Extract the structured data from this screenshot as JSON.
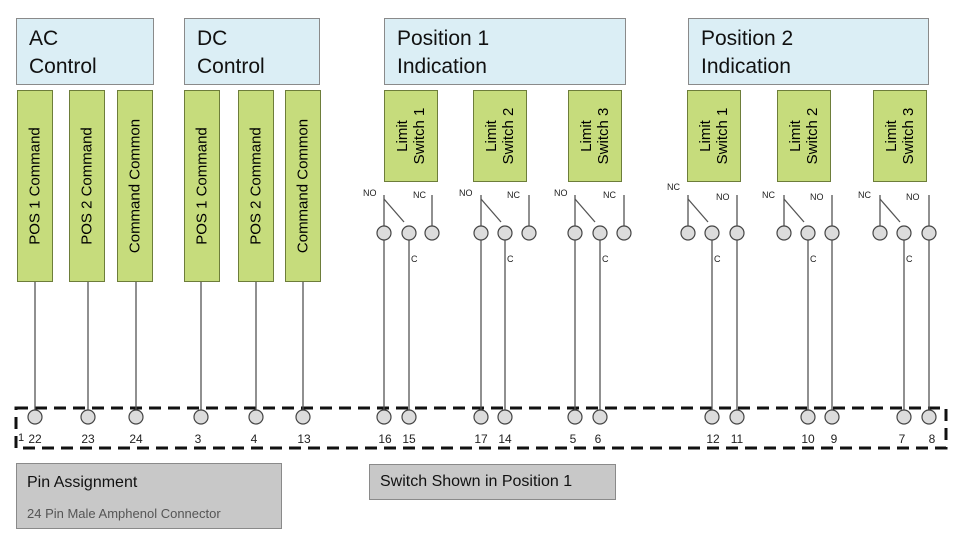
{
  "headers": {
    "ac": {
      "line1": "AC",
      "line2": "Control"
    },
    "dc": {
      "line1": "DC",
      "line2": "Control"
    },
    "pos1": {
      "line1": "Position  1",
      "line2": "Indication"
    },
    "pos2": {
      "line1": "Position 2",
      "line2": "Indication"
    }
  },
  "commands": {
    "ac": [
      {
        "label": "POS 1 Command",
        "pin": "22"
      },
      {
        "label": "POS 2 Command",
        "pin": "23"
      },
      {
        "label": "Command Common",
        "pin": "24"
      }
    ],
    "dc": [
      {
        "label": "POS 1 Command",
        "pin": "3"
      },
      {
        "label": "POS 2 Command",
        "pin": "4"
      },
      {
        "label": "Command Common",
        "pin": "13"
      }
    ]
  },
  "limit_switch_label": {
    "line1": "Limit",
    "line2": "Switch"
  },
  "position1_switches": [
    {
      "num": "1",
      "left_label": "NO",
      "right_label": "NC",
      "common_label": "C",
      "pins": [
        "16",
        "15"
      ]
    },
    {
      "num": "2",
      "left_label": "NO",
      "right_label": "NC",
      "common_label": "C",
      "pins": [
        "17",
        "14"
      ]
    },
    {
      "num": "3",
      "left_label": "NO",
      "right_label": "NC",
      "common_label": "C",
      "pins": [
        "5",
        "6"
      ]
    }
  ],
  "position2_switches": [
    {
      "num": "1",
      "left_label": "NC",
      "right_label": "NO",
      "common_label": "C",
      "pins": [
        "12",
        "11"
      ]
    },
    {
      "num": "2",
      "left_label": "NC",
      "right_label": "NO",
      "common_label": "C",
      "pins": [
        "10",
        "9"
      ]
    },
    {
      "num": "3",
      "left_label": "NC",
      "right_label": "NO",
      "common_label": "C",
      "pins": [
        "7",
        "8"
      ]
    }
  ],
  "connector_end_label": "1",
  "pin_assignment": {
    "title": "Pin Assignment",
    "subtitle": "24 Pin Male Amphenol Connector"
  },
  "switch_note": "Switch Shown in Position 1",
  "colors": {
    "header_fill": "#dbeef5",
    "block_fill": "#c6dc7c",
    "note_fill": "#c8c8c8",
    "line": "#555555"
  }
}
